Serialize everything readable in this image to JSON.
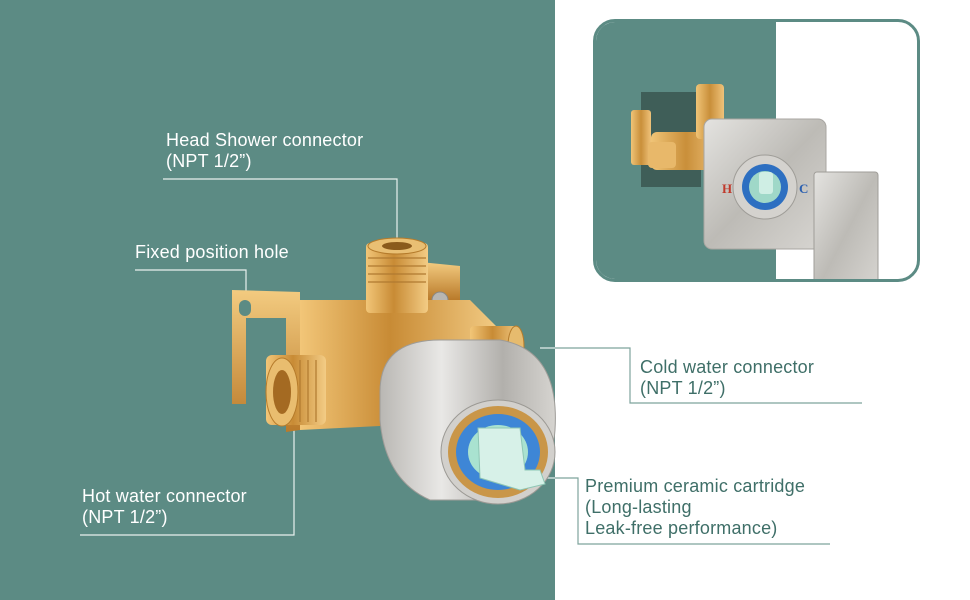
{
  "colors": {
    "teal": "#5c8b84",
    "leader_light": "#e8f0ee",
    "leader_dark": "#7ea39c",
    "brass": "#d9a653",
    "chrome": "#c9c7c3",
    "cartridge_blue": "#3e86d6"
  },
  "labels": {
    "head_shower": {
      "line1": "Head Shower connector",
      "line2": "(NPT 1/2”)"
    },
    "fixed_hole": {
      "line1": "Fixed position hole"
    },
    "hot_water": {
      "line1": "Hot water connector",
      "line2": "(NPT 1/2”)"
    },
    "cold_water": {
      "line1": "Cold water connector",
      "line2": "(NPT 1/2”)"
    },
    "cartridge": {
      "line1": "Premium ceramic cartridge",
      "line2": "(Long-lasting",
      "line3": "Leak-free performance)"
    }
  },
  "inset": {
    "hot_mark": "H",
    "cold_mark": "C"
  },
  "icons": [
    "valve-body-illustration",
    "trim-plate-illustration",
    "lever-handle-illustration"
  ]
}
